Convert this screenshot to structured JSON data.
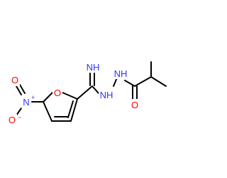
{
  "molecule": {
    "colors": {
      "bond": "#000000",
      "nitrogen": "#3333ff",
      "oxygen": "#ff0000",
      "background": "#ffffff"
    },
    "atoms": {
      "imine_nh": {
        "symbol": "NH"
      },
      "hydrazide_nh_1": {
        "symbol": "NH"
      },
      "hydrazide_nh_2": {
        "symbol": "NH"
      },
      "furan_o": {
        "symbol": "O"
      },
      "nitro_n": {
        "symbol": "N",
        "charge": "+"
      },
      "nitro_o_single": {
        "symbol": "O",
        "charge": "−"
      },
      "nitro_o_double": {
        "symbol": "O"
      },
      "carbonyl_o": {
        "symbol": "O"
      }
    }
  }
}
